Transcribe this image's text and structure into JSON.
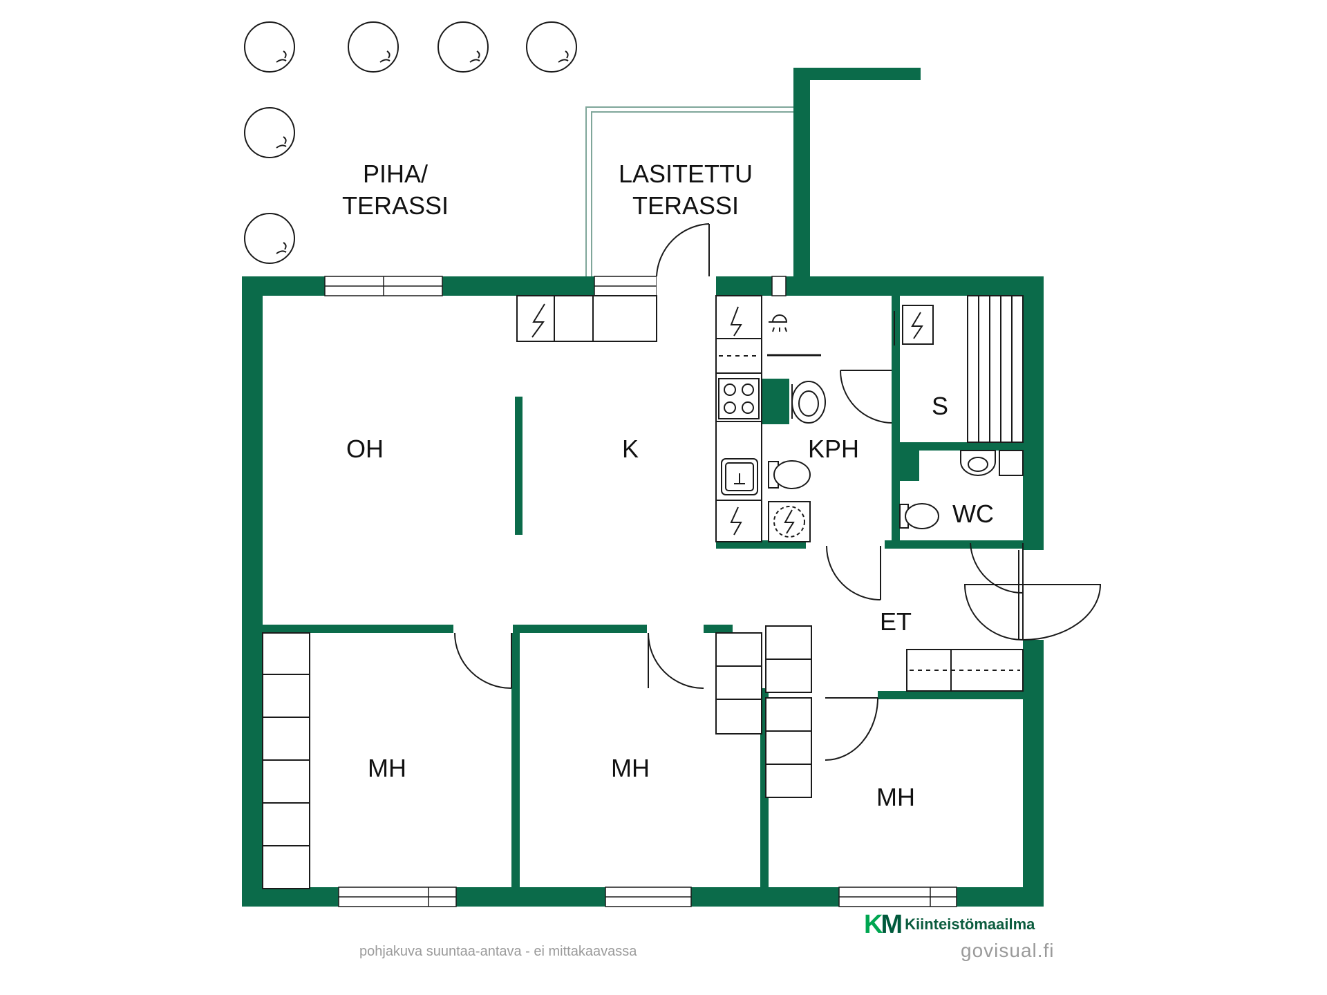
{
  "colors": {
    "wall": "#0b6b4a",
    "line": "#1a1a1a",
    "glass": "#7fa69a",
    "brand_green": "#00a651",
    "brand_dark": "#005a3c",
    "caption": "#9a9a9a"
  },
  "rooms": {
    "piha_line1": "PIHA/",
    "piha_line2": "TERASSI",
    "lasitettu_line1": "LASITETTU",
    "lasitettu_line2": "TERASSI",
    "oh": "OH",
    "k": "K",
    "kph": "KPH",
    "s": "S",
    "wc": "WC",
    "et": "ET",
    "mh1": "MH",
    "mh2": "MH",
    "mh3": "MH"
  },
  "icons": [
    "tree-icon",
    "electric-appliance-icon",
    "stove-icon",
    "sink-icon",
    "toilet-icon",
    "shower-icon",
    "washing-machine-icon"
  ],
  "footer": {
    "disclaimer": "pohjakuva suuntaa-antava - ei mittakaavassa",
    "brand_mark_k": "K",
    "brand_mark_m": "M",
    "brand_name": "Kiinteistömaailma",
    "credit": "govisual.fi"
  }
}
